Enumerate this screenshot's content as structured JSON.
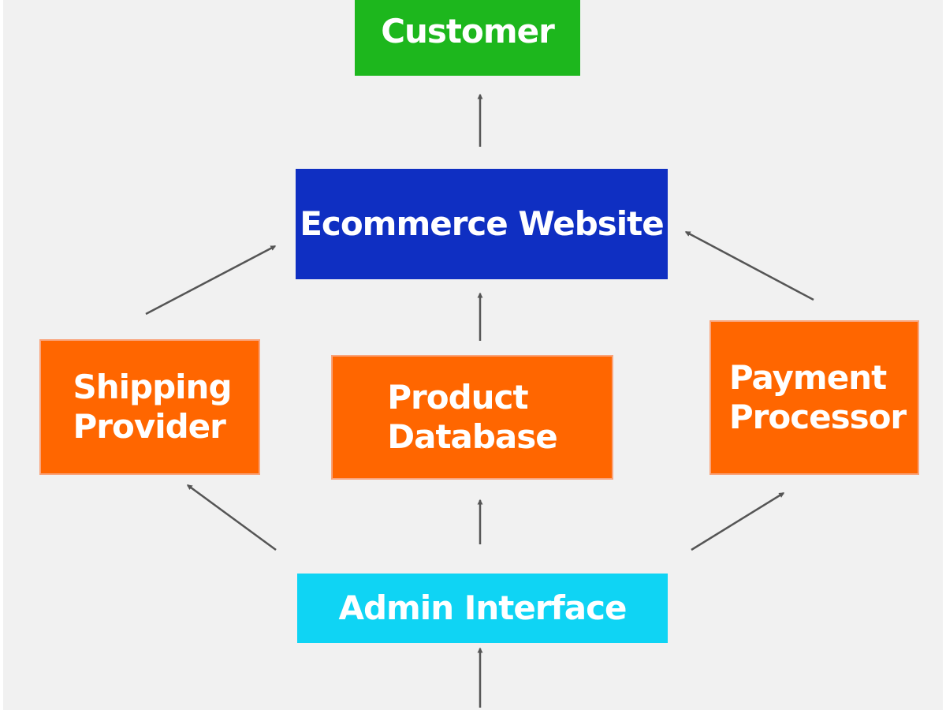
{
  "colors": {
    "background": "#f1f1f1",
    "customer": "#1db71d",
    "ecommerce": "#0f2fc2",
    "orange": "#ff6600",
    "admin": "#0fd4f4",
    "arrow": "#555555",
    "text": "#ffffff"
  },
  "nodes": {
    "customer": {
      "lines": [
        "Customer"
      ]
    },
    "ecommerce": {
      "lines": [
        "Ecommerce Website"
      ]
    },
    "shipping": {
      "lines": [
        "Shipping",
        "Provider"
      ]
    },
    "product": {
      "lines": [
        "Product",
        "Database"
      ]
    },
    "payment": {
      "lines": [
        "Payment",
        "Processor"
      ]
    },
    "admin": {
      "lines": [
        "Admin Interface"
      ]
    }
  },
  "edges": [
    {
      "from": "ecommerce",
      "to": "customer"
    },
    {
      "from": "shipping",
      "to": "ecommerce"
    },
    {
      "from": "product",
      "to": "ecommerce"
    },
    {
      "from": "payment",
      "to": "ecommerce"
    },
    {
      "from": "admin",
      "to": "shipping"
    },
    {
      "from": "admin",
      "to": "product"
    },
    {
      "from": "admin",
      "to": "payment"
    },
    {
      "from": "",
      "to": "admin"
    }
  ]
}
